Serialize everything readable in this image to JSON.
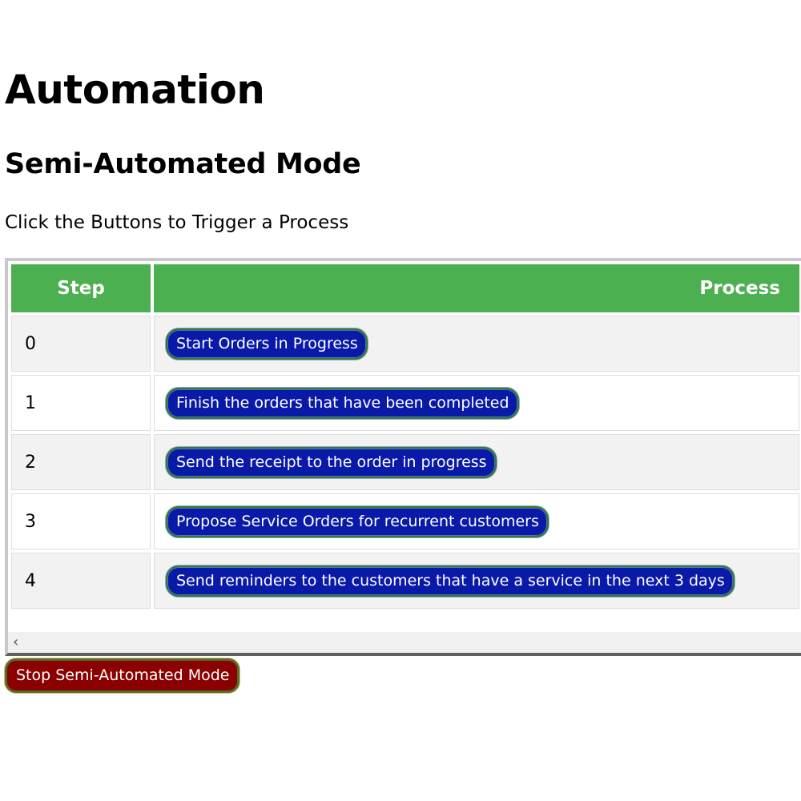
{
  "page": {
    "title": "Automation",
    "subtitle": "Semi-Automated Mode",
    "instruction": "Click the Buttons to Trigger a Process"
  },
  "table": {
    "headers": {
      "step": "Step",
      "process": "Process"
    },
    "rows": [
      {
        "step": "0",
        "process": "Start Orders in Progress"
      },
      {
        "step": "1",
        "process": "Finish the orders that have been completed"
      },
      {
        "step": "2",
        "process": "Send the receipt to the order in progress"
      },
      {
        "step": "3",
        "process": "Propose Service Orders for recurrent customers"
      },
      {
        "step": "4",
        "process": "Send reminders to the customers that have a service in the next 3 days"
      }
    ],
    "scroll_left_glyph": "‹"
  },
  "stop_button": {
    "label": "Stop Semi-Automated Mode"
  },
  "colors": {
    "header_green": "#4caf50",
    "process_button_blue": "#0a1aa8",
    "stop_button_red": "#8b0000"
  }
}
